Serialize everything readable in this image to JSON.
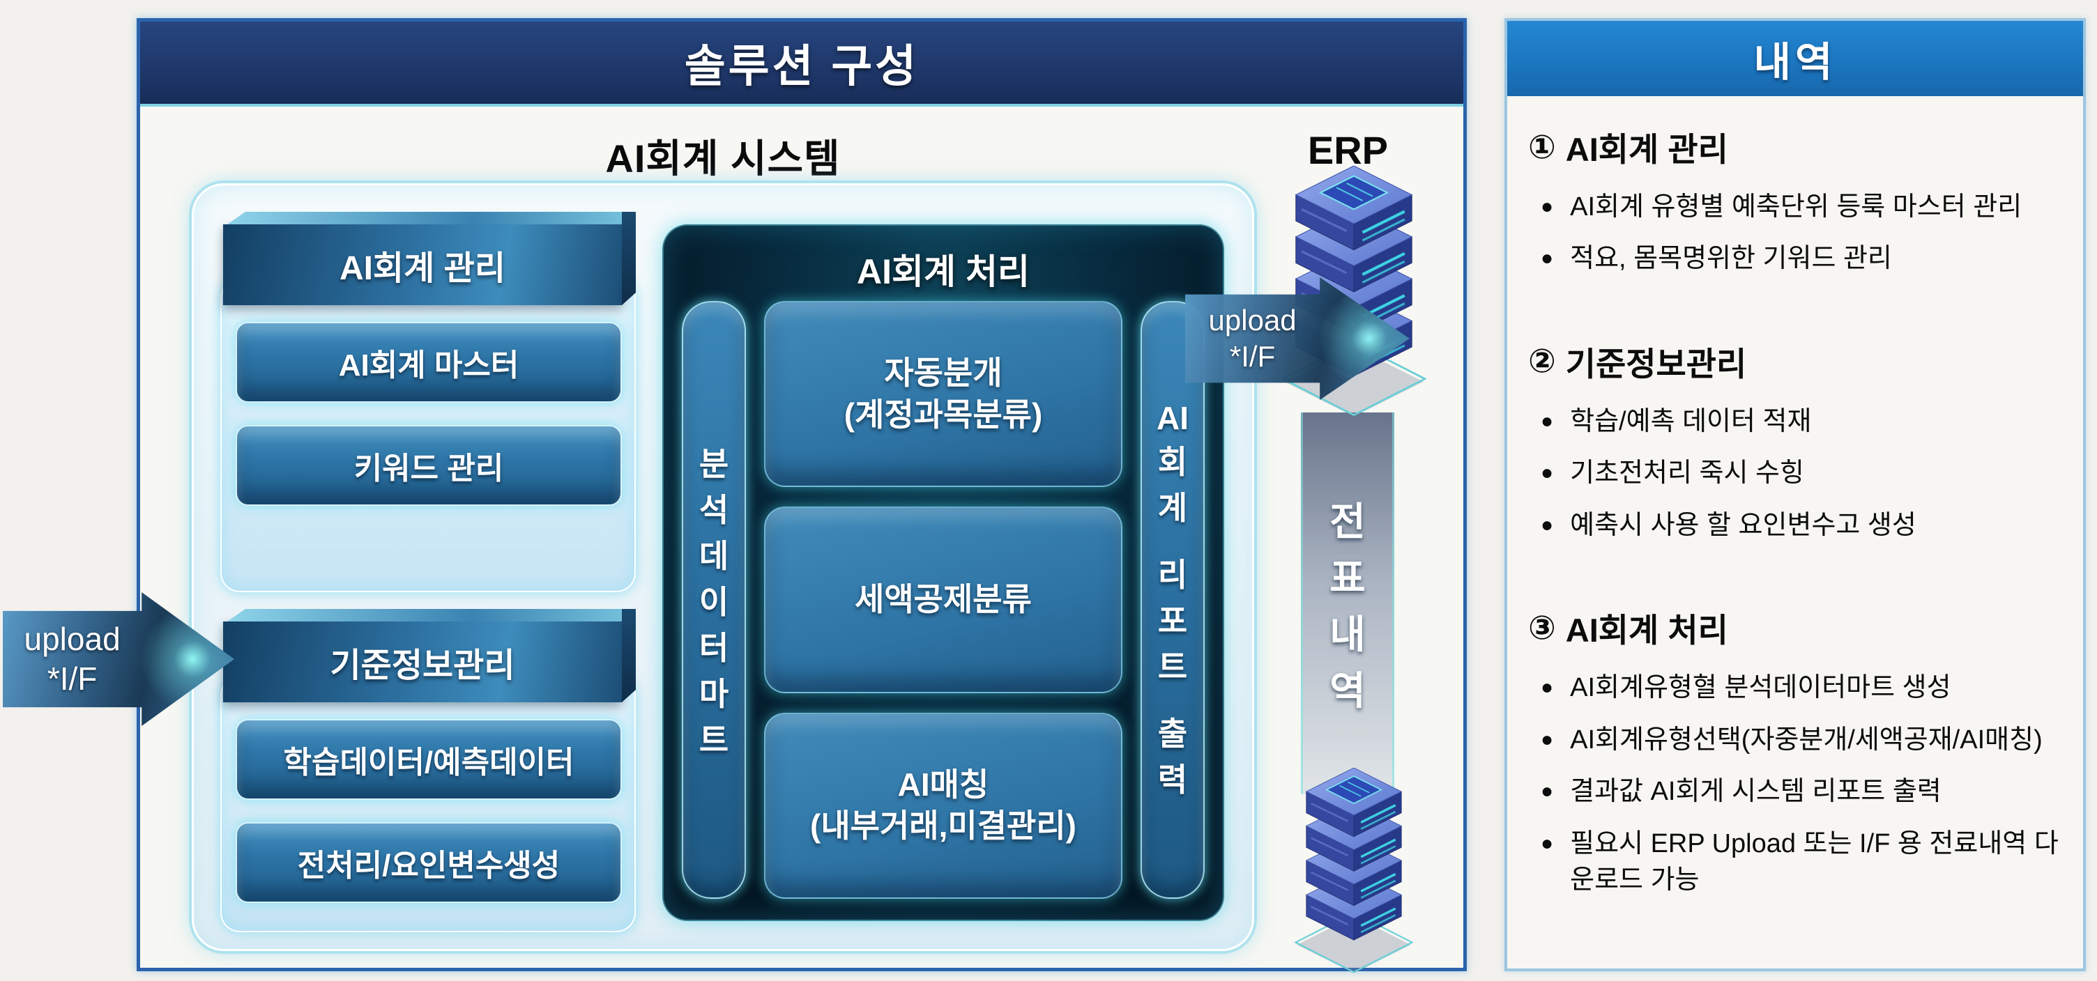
{
  "solution": {
    "title": "솔루션 구성",
    "system_label": "AI회계 시스템",
    "erp_label": "ERP",
    "groups": [
      {
        "header": "AI회계 관리",
        "items": [
          "AI회계 마스터",
          "키워드 관리"
        ]
      },
      {
        "header": "기준정보관리",
        "items": [
          "학습데이터/예측데이터",
          "전처리/요인변수생성"
        ]
      }
    ],
    "process": {
      "title": "AI회계 처리",
      "left_vertical": "분석데이터마트",
      "right_vertical": "AI회계 리포트 출력",
      "boxes": [
        {
          "line1": "자동분개",
          "line2": "(계정과목분류)"
        },
        {
          "line1": "세액공제분류",
          "line2": ""
        },
        {
          "line1": "AI매칭",
          "line2": "(내부거래,미결관리)"
        }
      ]
    },
    "upload_left": {
      "line1": "upload",
      "line2": "*I/F"
    },
    "upload_right": {
      "line1": "upload",
      "line2": "*I/F"
    },
    "voucher_band": "전표내역"
  },
  "detail": {
    "title": "내역",
    "sections": [
      {
        "num": "①",
        "heading": "AI회계 관리",
        "bullets": [
          "AI회계 유형별 예축단위 등룩 마스터 관리",
          "적요, 몸목명위한 기워드 관리"
        ]
      },
      {
        "num": "②",
        "heading": "기준정보관리",
        "bullets": [
          "학습/예촉 데이터 적재",
          "기초전처리 죽시 수힝",
          "예축시 사용 할 요인변수고 생성"
        ]
      },
      {
        "num": "③",
        "heading": "AI회계 처리",
        "bullets": [
          "AI회계유형혈 분석데이터마트 생성",
          "AI회계유형선택(자중분개/세액공재/AI매칭)",
          "결과값 AI회게 시스템 리포트 출력",
          "필요시 ERP Upload 또는 I/F 용 전료내역 다운로드 가능"
        ]
      }
    ]
  },
  "colors": {
    "title_bar_navy": "#1d3566",
    "detail_header_blue": "#1b74be",
    "panel_border_blue": "#2b63ad",
    "accent_cyan": "#49d7e0",
    "box_blue": "#2f76a7",
    "dark_panel": "#07293c",
    "body_text": "#0c0c0c"
  }
}
